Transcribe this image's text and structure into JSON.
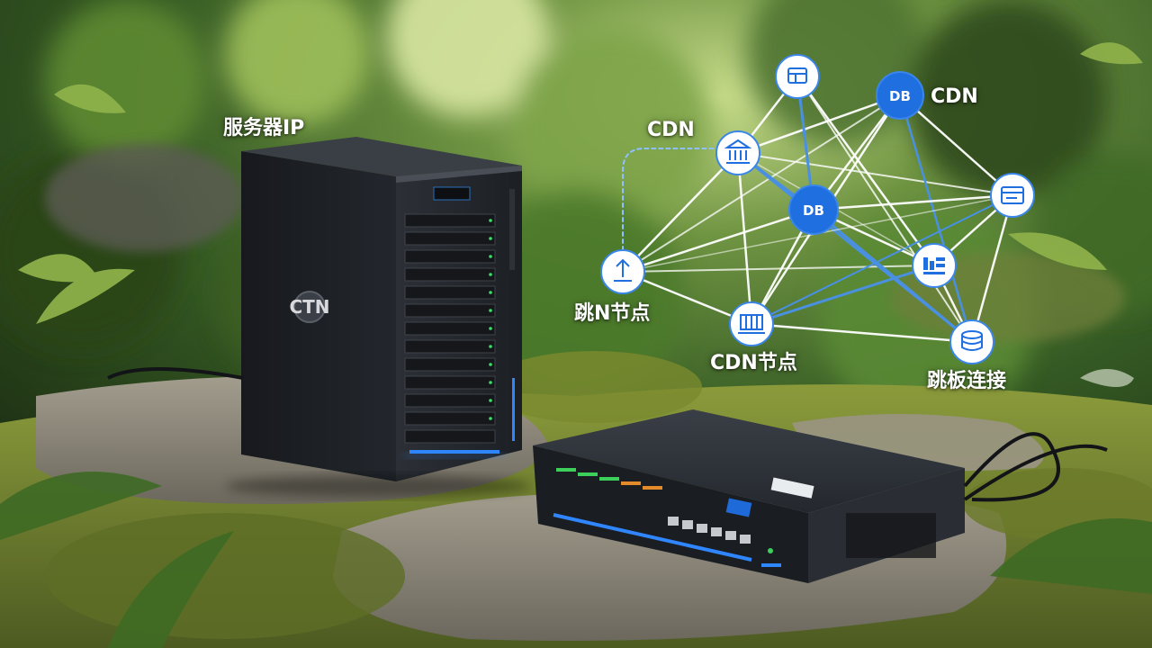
{
  "labels": {
    "server_ip": "服务器IP",
    "cdn_left": "CDN",
    "cdn_top_right": "CDN",
    "hop_node": "跳N节点",
    "cdn_node": "CDN节点",
    "jump_connection": "跳板连接"
  },
  "network_nodes": {
    "center_node_text": "DB",
    "top_right_node_text": "DB"
  },
  "devices": {
    "tower_logo": "CTN"
  },
  "colors": {
    "node_blue": "#1f6fe0",
    "node_ring": "#3a86ea",
    "link_white": "#ffffff",
    "link_blue": "#4a90e2",
    "foliage": "#3f6b2a",
    "rock": "#8f8a7d",
    "device_dark": "#1d2126"
  },
  "icons": [
    "bank-icon",
    "building-icon",
    "window-icon",
    "storage-icon",
    "database-icon",
    "archive-icon",
    "upload-icon"
  ]
}
